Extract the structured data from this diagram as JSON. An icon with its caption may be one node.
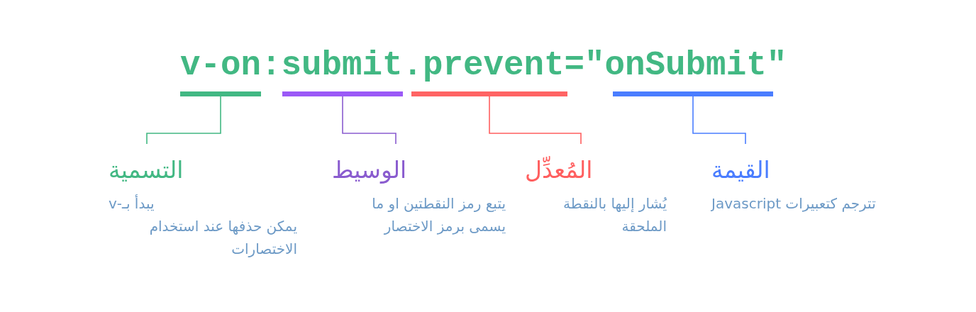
{
  "diagram": {
    "nodes": [
      {
        "text": [
          "v-on:submit.prevent=\"onSubmit\""
        ]
      },
      {
        "text": [],
        "shape": "bar"
      },
      {
        "text": [],
        "shape": "bar"
      },
      {
        "text": [],
        "shape": "bar"
      },
      {
        "text": [],
        "shape": "bar"
      },
      {
        "text": [
          "التسمية",
          "يبدأ بـ-v",
          "يمكن حذفها عند استخدام الاختصارات"
        ]
      },
      {
        "text": [
          "الوسيط",
          "يتبع رمز النقطتين او ما يسمى برمز الاختصار"
        ]
      },
      {
        "text": [
          "المُعدِّل",
          "يُشار إليها بالنقطة الملحقة"
        ]
      },
      {
        "text": [
          "القيمة",
          "تترجم كتعبيرات Javascript"
        ]
      }
    ],
    "edges": [
      {
        "from": 5,
        "to": 1,
        "arrow": "none",
        "color": "#42b883"
      },
      {
        "from": 6,
        "to": 2,
        "arrow": "none",
        "color": "#8a5ccf"
      },
      {
        "from": 7,
        "to": 3,
        "arrow": "none",
        "color": "#ff5f5f"
      },
      {
        "from": 8,
        "to": 4,
        "arrow": "none",
        "color": "#4a7dff"
      }
    ]
  }
}
